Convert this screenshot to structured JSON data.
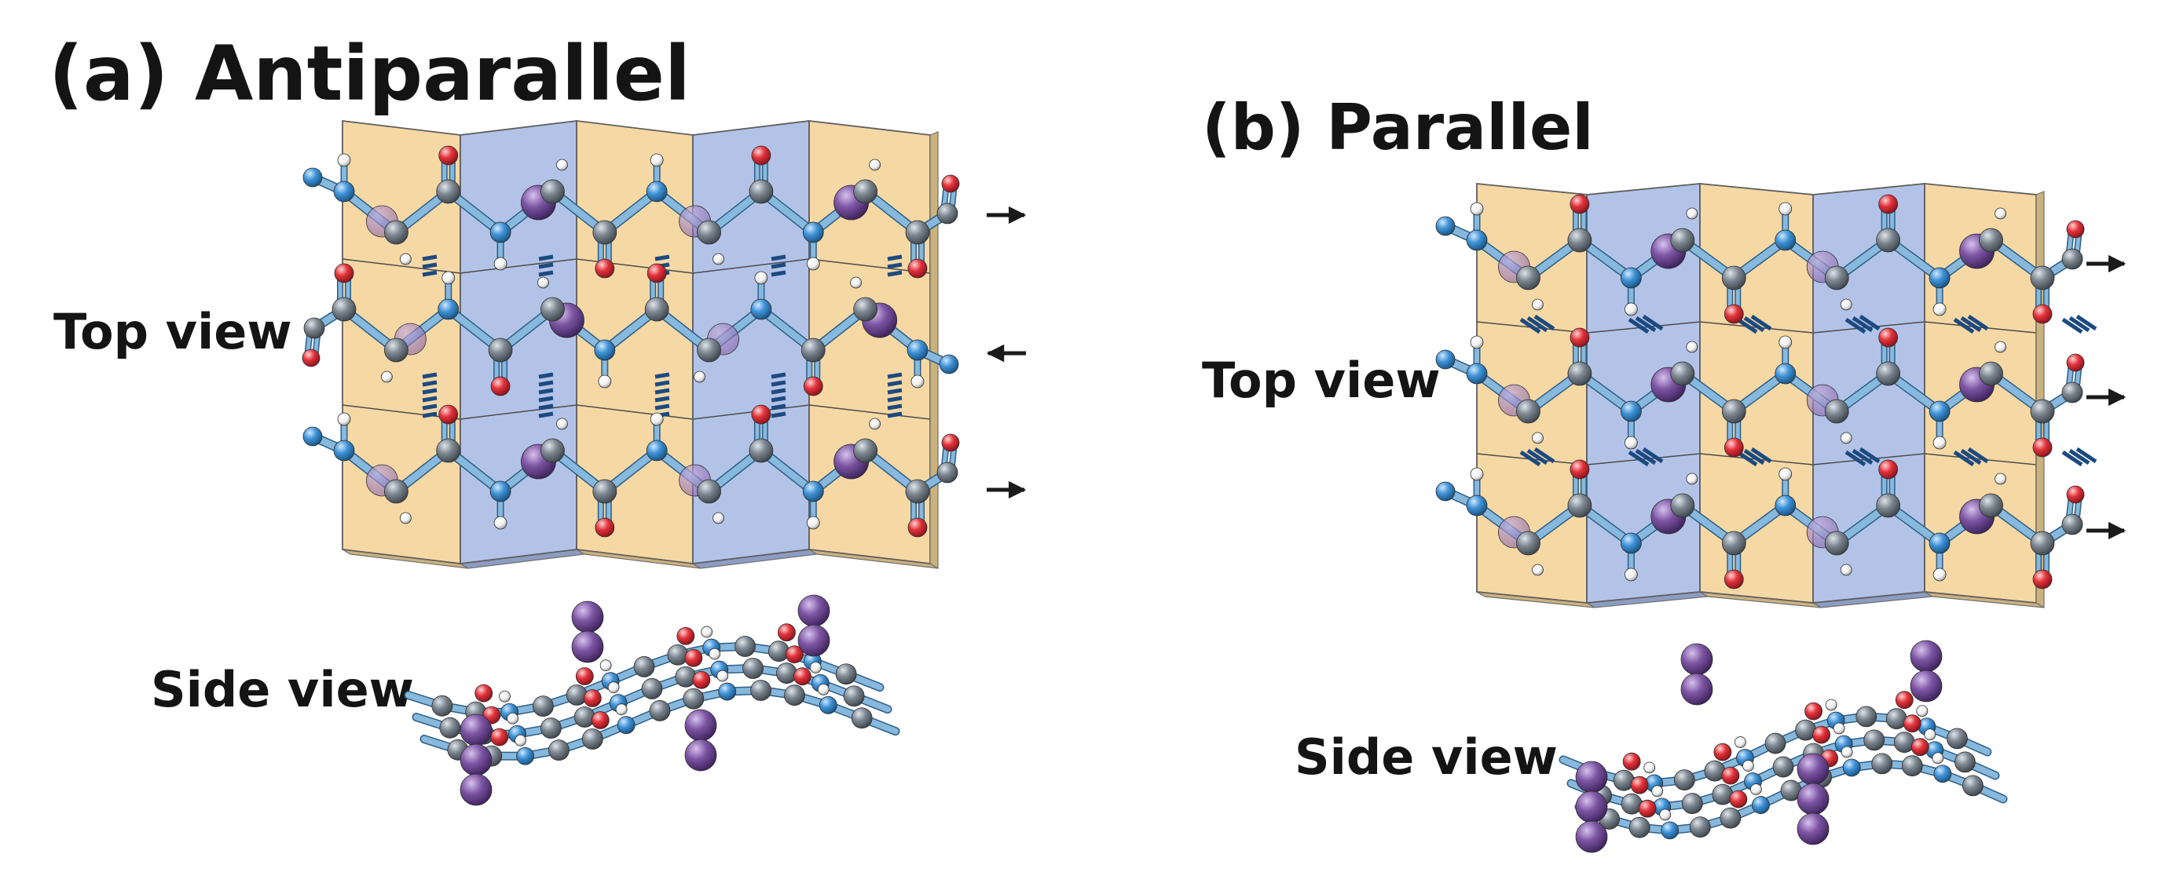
{
  "panel_a": {
    "title": "(a) Antiparallel",
    "top_view_label": "Top view",
    "side_view_label": "Side view",
    "strand_directions": [
      "right",
      "left",
      "right"
    ],
    "hbond_pattern": "straight"
  },
  "panel_b": {
    "title": "(b) Parallel",
    "top_view_label": "Top view",
    "side_view_label": "Side view",
    "strand_directions": [
      "right",
      "right",
      "right"
    ],
    "hbond_pattern": "slanted"
  },
  "colors": {
    "sheet_orange": "#f6d8a4",
    "sheet_blue": "#b3c3e8",
    "backbone": "#87b8de",
    "carbon": "#7d8791",
    "nitrogen": "#3f92d6",
    "oxygen": "#e2333b",
    "hydrogen": "#ffffff",
    "side_chain": "#7d55a3",
    "hbond": "#1c4a80",
    "arrow": "#1a1a1a",
    "text": "#141414"
  }
}
